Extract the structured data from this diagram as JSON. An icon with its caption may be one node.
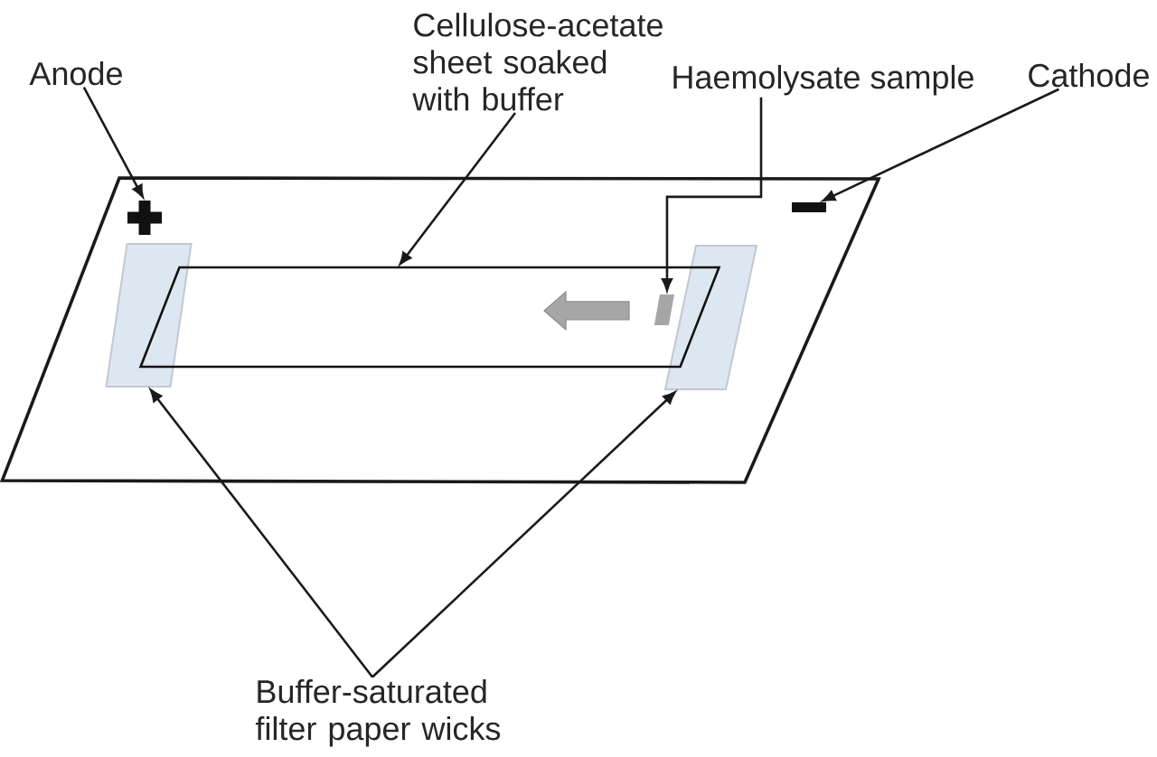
{
  "diagram": {
    "nodes": [
      {
        "text": [
          "Anode"
        ]
      },
      {
        "text": [
          "Cellulose-acetate sheet soaked with buffer"
        ]
      },
      {
        "text": [
          "Haemolysate sample"
        ]
      },
      {
        "text": [
          "Cathode"
        ]
      },
      {
        "text": [],
        "shape": "cross"
      },
      {
        "text": [],
        "shape": "bar"
      },
      {
        "text": [],
        "shape": "box"
      },
      {
        "text": [],
        "shape": "parallelogram"
      },
      {
        "text": [],
        "shape": "box",
        "in": 7
      },
      {
        "text": [],
        "shape": "box"
      },
      {
        "text": [
          "Buffer-saturated filter paper wicks"
        ]
      }
    ],
    "edges": [
      {
        "from": 0,
        "to": 4,
        "arrow": "to"
      },
      {
        "from": 1,
        "to": 7,
        "arrow": "to"
      },
      {
        "from": 2,
        "to": 8,
        "arrow": "to"
      },
      {
        "from": 3,
        "to": 5,
        "arrow": "to"
      },
      {
        "from": 10,
        "to": 6,
        "arrow": "to"
      },
      {
        "from": 10,
        "to": 9,
        "arrow": "to"
      }
    ]
  }
}
